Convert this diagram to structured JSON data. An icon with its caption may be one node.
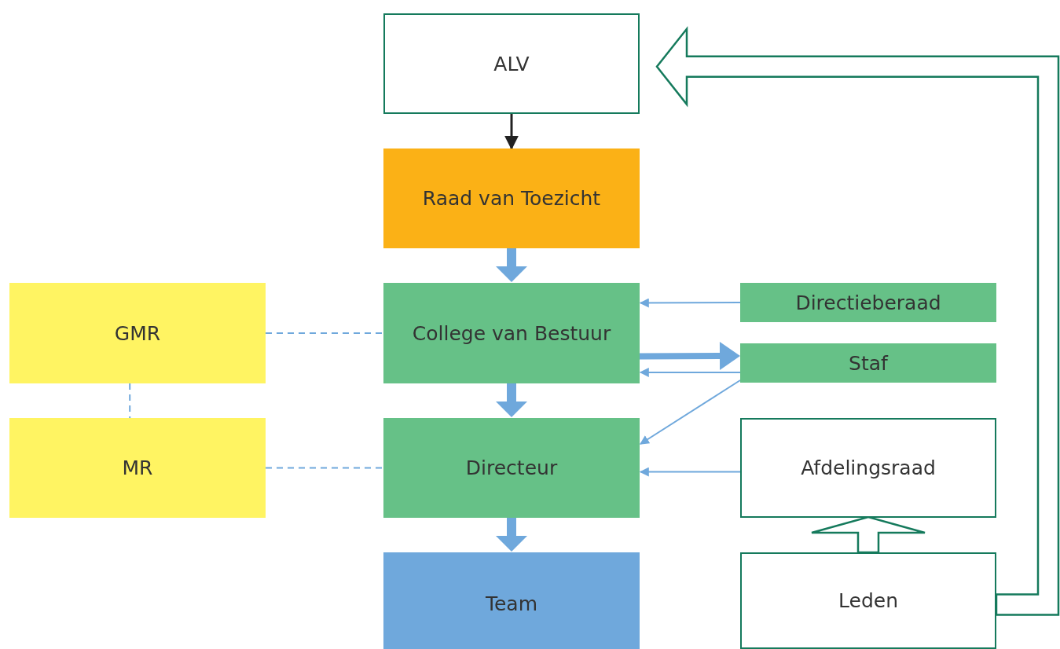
{
  "diagram": {
    "nodes": [
      {
        "text": [
          "ALV"
        ]
      },
      {
        "text": [
          "Raad van Toezicht"
        ]
      },
      {
        "text": [
          "College van Bestuur"
        ]
      },
      {
        "text": [
          "Directieberaad"
        ]
      },
      {
        "text": [
          "Staf"
        ]
      },
      {
        "text": [
          "GMR"
        ]
      },
      {
        "text": [
          "MR"
        ]
      },
      {
        "text": [
          "Directeur"
        ]
      },
      {
        "text": [
          "Afdelingsraad"
        ]
      },
      {
        "text": [
          "Team"
        ]
      },
      {
        "text": [
          "Leden"
        ]
      }
    ],
    "edges": [
      {
        "from": 0,
        "to": 1,
        "arrow": "to",
        "color": "#222222"
      },
      {
        "from": 1,
        "to": 2,
        "arrow": "to",
        "style": "thick"
      },
      {
        "from": 2,
        "to": 7,
        "arrow": "to",
        "style": "thick"
      },
      {
        "from": 7,
        "to": 9,
        "arrow": "to",
        "style": "thick"
      },
      {
        "from": 3,
        "to": 2,
        "arrow": "to"
      },
      {
        "from": 2,
        "to": 4,
        "arrow": "to",
        "style": "thick"
      },
      {
        "from": 4,
        "to": 2,
        "arrow": "to"
      },
      {
        "from": 4,
        "to": 7,
        "arrow": "to"
      },
      {
        "from": 8,
        "to": 7,
        "arrow": "to"
      },
      {
        "from": 5,
        "to": 2,
        "arrow": "none",
        "style": "dashed"
      },
      {
        "from": 5,
        "to": 6,
        "arrow": "none",
        "style": "dashed"
      },
      {
        "from": 6,
        "to": 7,
        "arrow": "none",
        "style": "dashed"
      },
      {
        "from": 10,
        "to": 8,
        "arrow": "to",
        "style": "thick",
        "color": "#157a5c"
      },
      {
        "from": 10,
        "to": 0,
        "arrow": "to",
        "style": "thick",
        "color": "#157a5c"
      }
    ]
  }
}
